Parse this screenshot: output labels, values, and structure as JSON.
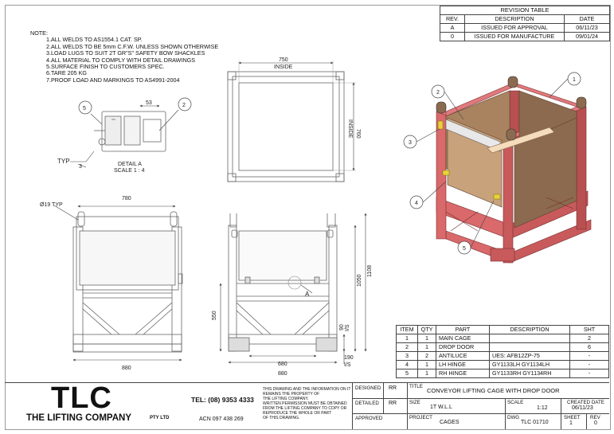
{
  "revision_table": {
    "title": "REVISION TABLE",
    "headers": [
      "REV.",
      "DESCRIPTION",
      "DATE"
    ],
    "rows": [
      [
        "A",
        "ISSUED FOR APPROVAL",
        "06/11/23"
      ],
      [
        "0",
        "ISSUED FOR MANUFACTURE",
        "09/01/24"
      ]
    ]
  },
  "notes": {
    "heading": "NOTE:",
    "items": [
      "1.ALL WELDS TO AS1554.1 CAT. SP.",
      "2.ALL WELDS TO BE 5mm C.F.W. UNLESS SHOWN OTHERWISE",
      "3.LOAD LUGS TO SUIT 2T GR\"S\" SAFETY BOW SHACKLES",
      "4.ALL MATERIAL TO COMPLY WITH DETAIL DRAWINGS",
      "5.SURFACE FINISH TO CUSTOMERS SPEC.",
      "6.TARE 205 KG",
      "7.PROOF LOAD AND MARKINGS TO AS4991-2004"
    ]
  },
  "dimensions": {
    "top_width": "750",
    "top_inside": "INSIDE",
    "top_depth": "760",
    "top_depth_inside": "INSIDE",
    "detail_53": "53",
    "front_width_top": "780",
    "front_width_bottom": "880",
    "lug_dia": "Ø19 TYP",
    "side_height_total": "1108",
    "side_height_door": "1050",
    "side_550": "550",
    "side_90": "90",
    "side_is": "I/S",
    "side_190": "190",
    "side_is2": "I/S",
    "side_680": "680",
    "side_880": "880",
    "section_a": "A"
  },
  "detail": {
    "typ_label": "TYP",
    "weld_size": "3",
    "title": "DETAIL A",
    "scale": "SCALE 1 : 4",
    "balloon_left": "5",
    "balloon_right": "2"
  },
  "iso_balloons": [
    "1",
    "2",
    "3",
    "4",
    "5"
  ],
  "bom": {
    "headers": [
      "ITEM",
      "QTY",
      "PART",
      "DESCRIPTION",
      "SHT"
    ],
    "rows": [
      [
        "1",
        "1",
        "MAIN CAGE",
        "",
        "2"
      ],
      [
        "2",
        "1",
        "DROP DOOR",
        "",
        "6"
      ],
      [
        "3",
        "2",
        "ANTILUCE",
        "UES: AFB12ZP-75",
        "-"
      ],
      [
        "4",
        "1",
        "LH HINGE",
        "GY1133LH GY1134LH",
        "-"
      ],
      [
        "5",
        "1",
        "RH HINGE",
        "GY1133RH GY1134RH",
        "-"
      ]
    ]
  },
  "title_block": {
    "logo": "TLC",
    "company": "THE LIFTING COMPANY",
    "pty": "PTY LTD",
    "tel": "TEL: (08) 9353 4333",
    "acn": "ACN 097 438 269",
    "disclaimer": [
      "THIS DRAWING AND THE INFORMATION ON IT",
      "REMAINS THE PROPERTY OF",
      "THE LIFTING COMPANY.",
      "WRITTEN PERMISSION MUST BE OBTAINED",
      "FROM THE LIFTING COMPANY TO COPY OR",
      "REPRODUCE THE WHOLE OR PART",
      "OF THIS DRAWING."
    ],
    "designed_label": "DESIGNED",
    "designed_by": "RR",
    "detailed_label": "DETAILED",
    "detailed_by": "RR",
    "approved_label": "APPROVED",
    "title_label": "TITLE",
    "title": "CONVEYOR LIFTING CAGE WITH DROP DOOR",
    "size_label": "SIZE",
    "size": "1T W.L.L",
    "scale_label": "SCALE",
    "scale": "1:12",
    "created_label": "CREATED DATE",
    "created": "06/11/23",
    "project_label": "PROJECT",
    "project": "CAGES",
    "dwg_label": "DWG",
    "dwg": "TLC 01710",
    "sheet_label": "SHEET",
    "sheet": "1",
    "rev_label": "REV",
    "rev": "0"
  },
  "colors": {
    "frame": "#d9696b",
    "frame_dark": "#a94446",
    "panel": "#8b6a4f",
    "panel_light": "#c8a27b",
    "hinge": "#e8d23a",
    "line": "#555555"
  }
}
